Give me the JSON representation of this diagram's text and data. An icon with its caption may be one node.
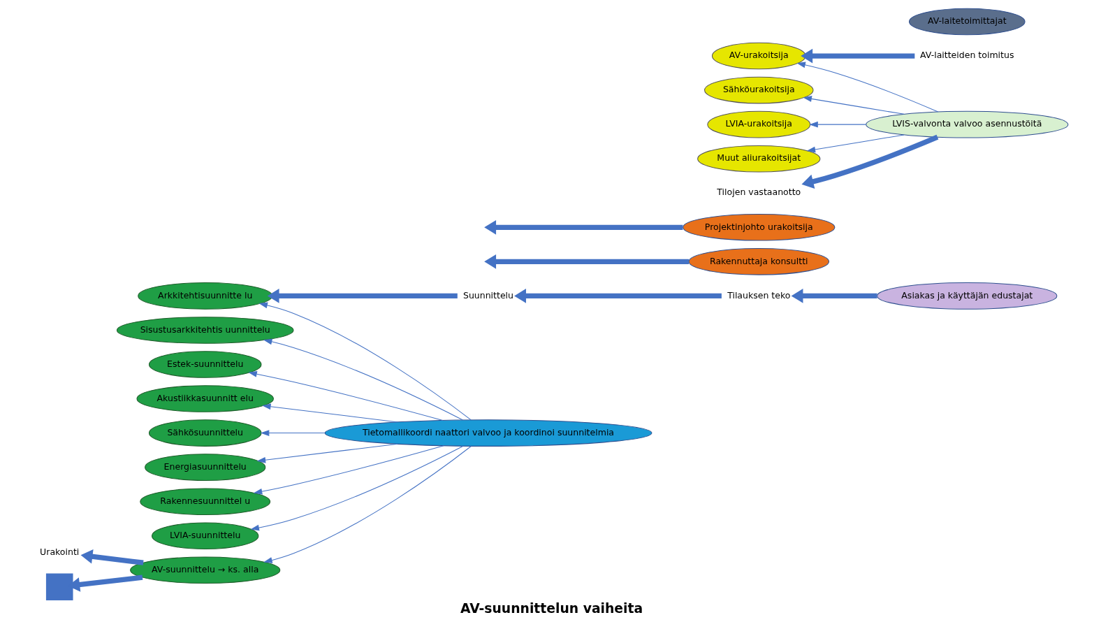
{
  "diagram": {
    "caption": "AV-suunnittelun vaiheita",
    "nodes": [
      {
        "text": [
          "Suunnittelu"
        ]
      },
      {
        "text": [
          "Tilauksen teko"
        ]
      },
      {
        "text": [
          "Asiakas ja käyttäjän edustajat"
        ]
      },
      {
        "text": [
          "Arkkitehtisuunnitte lu"
        ]
      },
      {
        "text": [
          "Sisustusarkkitehtis uunnittelu"
        ]
      },
      {
        "text": [
          "Estek-suunnittelu"
        ]
      },
      {
        "text": [
          "Akustiikkasuunnitt elu"
        ]
      },
      {
        "text": [
          "Sähkösuunnittelu"
        ]
      },
      {
        "text": [
          "Energiasuunnittelu"
        ]
      },
      {
        "text": [
          "Rakennesuunnittel u"
        ]
      },
      {
        "text": [
          "LVIA-suunnittelu"
        ]
      },
      {
        "text": [
          "AV-suunnittelu → ks. alla"
        ]
      },
      {
        "text": [
          "Rakennuttaja konsultti"
        ]
      },
      {
        "text": [
          "Projektinjohto urakoitsija"
        ]
      },
      {
        "text": [
          "Tietomallikoordi naattori valvoo ja koordinoi suunnitelmia"
        ]
      },
      {
        "text": [
          "Urakointi"
        ]
      },
      {
        "text": [
          "AV-laitteiden toimitus"
        ]
      },
      {
        "text": [
          "AV-laitetoimittajat"
        ]
      },
      {
        "text": [
          "AV-urakoitsija"
        ]
      },
      {
        "text": [
          "Sähköurakoitsija"
        ]
      },
      {
        "text": [
          "LVIA-urakoitsija"
        ]
      },
      {
        "text": [
          "Muut aliurakoitsijat"
        ]
      },
      {
        "text": [
          "LVIS-valvonta valvoo asennustöitä"
        ]
      },
      {
        "text": [
          "Tilojen vastaanotto"
        ]
      },
      {
        "text": [],
        "shape": "box"
      }
    ],
    "edges": [
      {
        "from": 2,
        "to": 1,
        "arrow": "to",
        "style": "thick"
      },
      {
        "from": 1,
        "to": 0,
        "arrow": "to",
        "style": "thick"
      },
      {
        "from": 0,
        "to": 3,
        "arrow": "to",
        "style": "thick"
      },
      {
        "from": 12,
        "to": null,
        "arrow": "to",
        "style": "thick"
      },
      {
        "from": 13,
        "to": null,
        "arrow": "to",
        "style": "thick"
      },
      {
        "from": 14,
        "to": 3,
        "arrow": "to"
      },
      {
        "from": 14,
        "to": 4,
        "arrow": "to"
      },
      {
        "from": 14,
        "to": 5,
        "arrow": "to"
      },
      {
        "from": 14,
        "to": 6,
        "arrow": "to"
      },
      {
        "from": 14,
        "to": 7,
        "arrow": "to"
      },
      {
        "from": 14,
        "to": 8,
        "arrow": "to"
      },
      {
        "from": 14,
        "to": 9,
        "arrow": "to"
      },
      {
        "from": 14,
        "to": 10,
        "arrow": "to"
      },
      {
        "from": 14,
        "to": 11,
        "arrow": "to"
      },
      {
        "from": 11,
        "to": 15,
        "arrow": "to",
        "style": "thick"
      },
      {
        "from": 11,
        "to": 24,
        "arrow": "to",
        "style": "thick"
      },
      {
        "from": 16,
        "to": 18,
        "arrow": "to",
        "style": "thick"
      },
      {
        "from": 22,
        "to": 18,
        "arrow": "to"
      },
      {
        "from": 22,
        "to": 19,
        "arrow": "to"
      },
      {
        "from": 22,
        "to": 20,
        "arrow": "to"
      },
      {
        "from": 22,
        "to": 21,
        "arrow": "to"
      },
      {
        "from": 22,
        "to": 23,
        "arrow": "to",
        "style": "thick"
      }
    ]
  }
}
